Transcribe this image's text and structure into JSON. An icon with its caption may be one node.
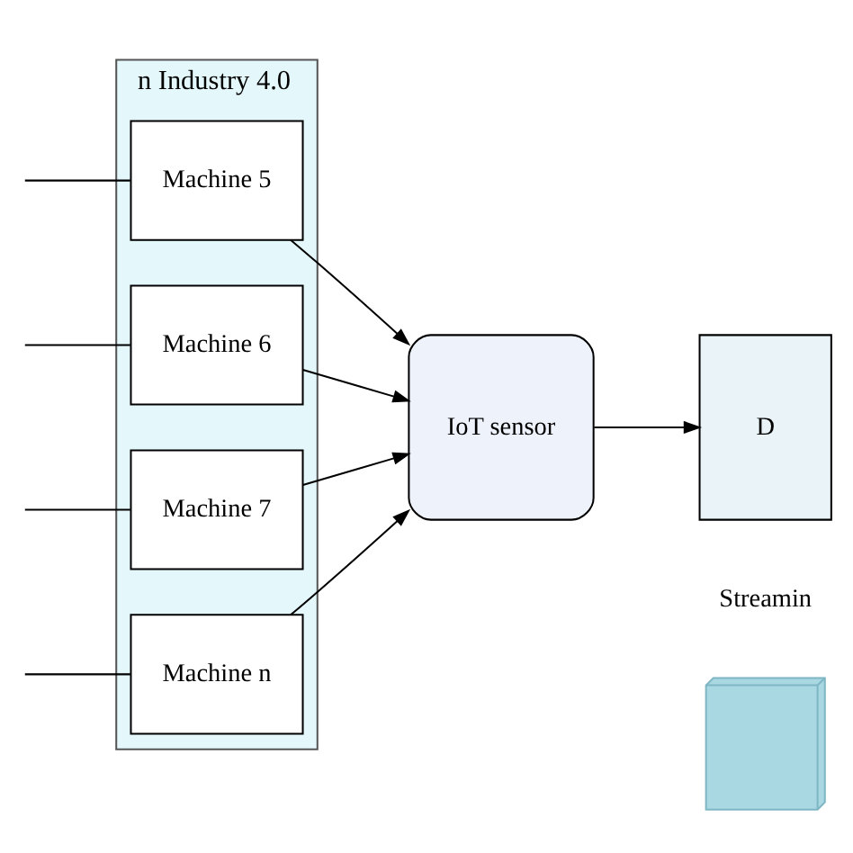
{
  "diagram": {
    "nodes": [
      {
        "text": [
          "n Industry 4.0"
        ]
      },
      {
        "text": [
          "Machine 5"
        ],
        "in": 0
      },
      {
        "text": [
          "Machine 6"
        ],
        "in": 0
      },
      {
        "text": [
          "Machine 7"
        ],
        "in": 0
      },
      {
        "text": [
          "Machine n"
        ],
        "in": 0
      },
      {
        "text": [
          "IoT sensor"
        ]
      },
      {
        "text": [
          "D"
        ],
        "beside": [
          "Streamin"
        ]
      },
      {
        "text": [],
        "shape": "box"
      }
    ],
    "edges": [
      {
        "from": null,
        "to": 1,
        "arrow": "none"
      },
      {
        "from": null,
        "to": 2,
        "arrow": "none"
      },
      {
        "from": null,
        "to": 3,
        "arrow": "none"
      },
      {
        "from": null,
        "to": 4,
        "arrow": "none"
      },
      {
        "from": 1,
        "to": 5,
        "arrow": "to"
      },
      {
        "from": 2,
        "to": 5,
        "arrow": "to"
      },
      {
        "from": 3,
        "to": 5,
        "arrow": "to"
      },
      {
        "from": 4,
        "to": 5,
        "arrow": "to"
      },
      {
        "from": 5,
        "to": 6,
        "arrow": "to"
      }
    ]
  }
}
